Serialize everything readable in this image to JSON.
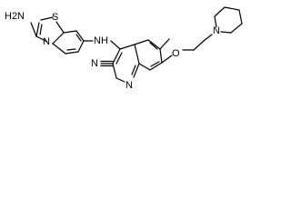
{
  "molecule": {
    "atoms": {
      "amino_label": "H2N",
      "thiazole_s": "S",
      "thiazole_n": "N",
      "nh_bridge": "NH",
      "nitrile_label": "N",
      "quinoline_n": "N",
      "ether_o": "O",
      "piperidine_n": "N"
    },
    "colors": {
      "bonds": "#000000",
      "text": "#000000",
      "background": "#ffffff"
    }
  }
}
